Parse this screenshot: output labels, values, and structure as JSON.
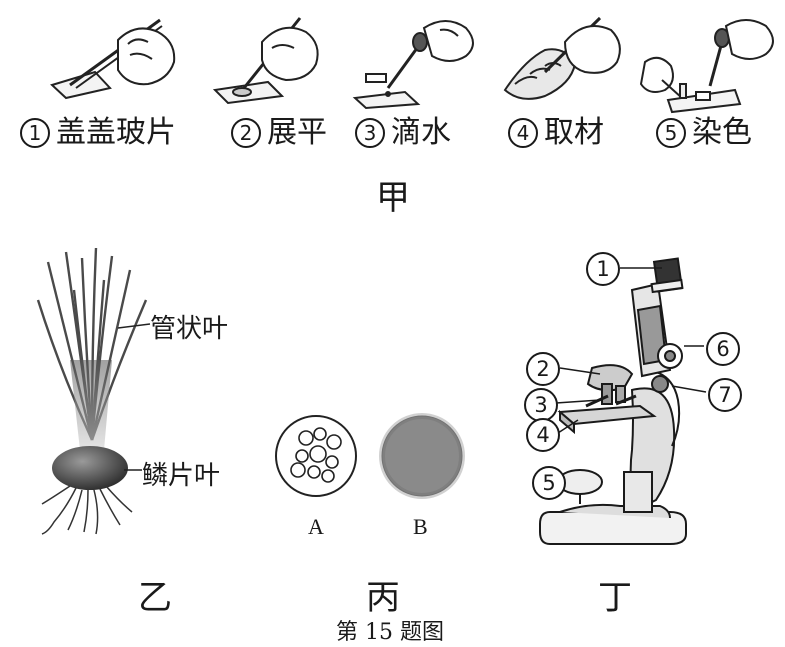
{
  "steps": [
    {
      "num": "1",
      "label": "盖盖玻片"
    },
    {
      "num": "2",
      "label": "展平"
    },
    {
      "num": "3",
      "label": "滴水"
    },
    {
      "num": "4",
      "label": "取材"
    },
    {
      "num": "5",
      "label": "染色"
    }
  ],
  "panel_jia": "甲",
  "panel_yi": "乙",
  "panel_bing": "丙",
  "panel_ding": "丁",
  "onion": {
    "tube_leaf": "管状叶",
    "scale_leaf": "鳞片叶"
  },
  "cells": {
    "a": "A",
    "b": "B"
  },
  "microscope_markers": [
    "1",
    "2",
    "3",
    "4",
    "5",
    "6",
    "7"
  ],
  "caption": "第 15 题图"
}
